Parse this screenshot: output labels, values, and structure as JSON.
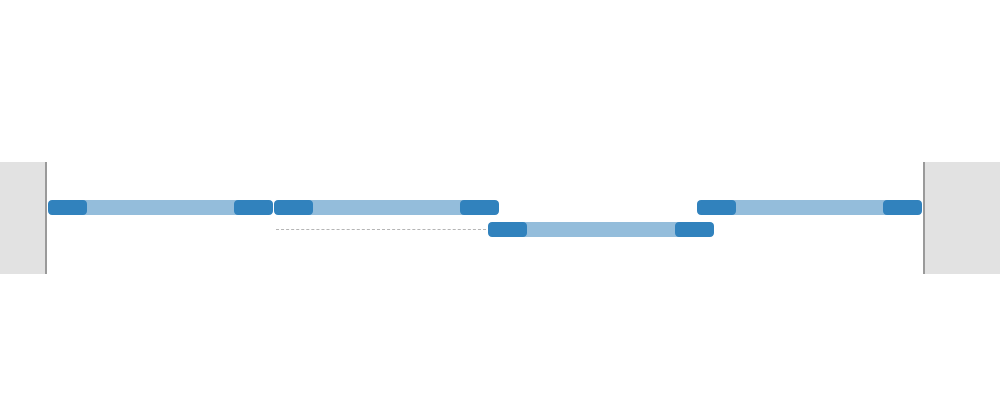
{
  "timeline": {
    "accent_color": "#3182bd",
    "clip_body_color": "#94bddb",
    "gutter_color": "#e2e2e2",
    "clips": [
      {
        "id": "clip-1",
        "track": 1
      },
      {
        "id": "clip-2",
        "track": 1
      },
      {
        "id": "clip-3",
        "track": 2
      },
      {
        "id": "clip-4",
        "track": 1
      }
    ],
    "connectors": [
      {
        "from": "clip-2",
        "to": "clip-3",
        "style": "dashed"
      }
    ]
  }
}
